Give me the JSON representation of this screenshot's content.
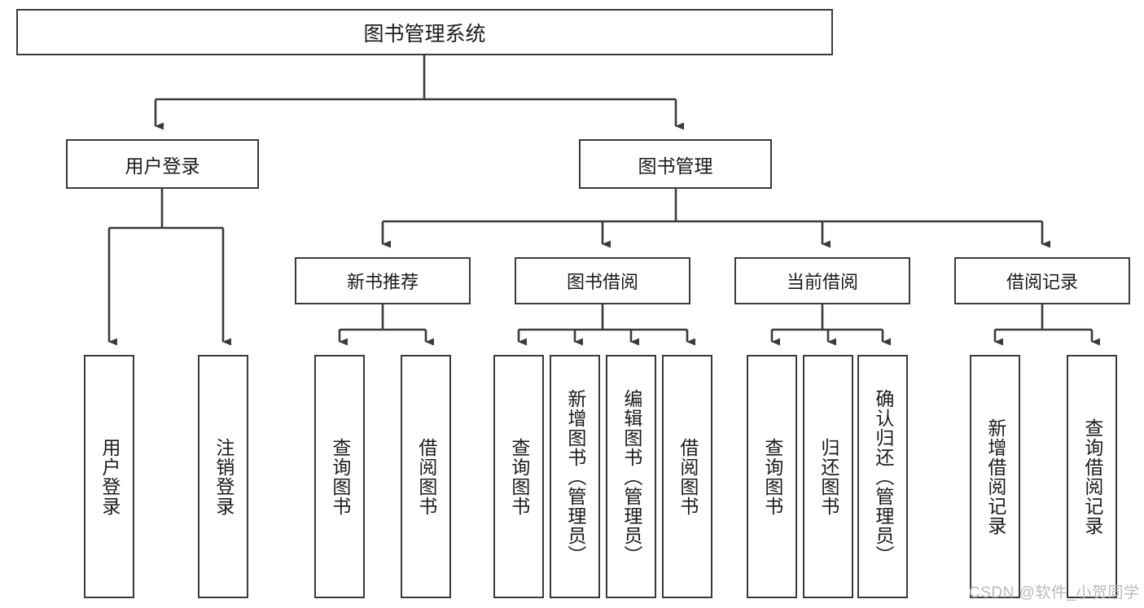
{
  "diagram": {
    "type": "tree",
    "title": "图书管理系统",
    "watermark": "CSDN @软件_小贺同学",
    "colors": {
      "box_border": "#3a3a3a",
      "box_fill": "#ffffff",
      "connector": "#3a3a3a",
      "text": "#1b1b1b",
      "watermark": "#b9b9b9"
    },
    "levels": {
      "root": {
        "label": "图书管理系统"
      },
      "level2": [
        {
          "label": "用户登录"
        },
        {
          "label": "图书管理"
        }
      ],
      "level3": [
        {
          "label": "新书推荐"
        },
        {
          "label": "图书借阅"
        },
        {
          "label": "当前借阅"
        },
        {
          "label": "借阅记录"
        }
      ],
      "leaves": {
        "user_login": [
          {
            "label": "用户登录"
          },
          {
            "label": "注销登录"
          }
        ],
        "new_book_recommend": [
          {
            "label": "查询图书"
          },
          {
            "label": "借阅图书"
          }
        ],
        "book_borrow": [
          {
            "label": "查询图书"
          },
          {
            "label": "新增图书（管理员）"
          },
          {
            "label": "编辑图书（管理员）"
          },
          {
            "label": "借阅图书"
          }
        ],
        "current_borrow": [
          {
            "label": "查询图书"
          },
          {
            "label": "归还图书"
          },
          {
            "label": "确认归还（管理员）"
          }
        ],
        "borrow_record": [
          {
            "label": "新增借阅记录"
          },
          {
            "label": "查询借阅记录"
          }
        ]
      }
    }
  }
}
